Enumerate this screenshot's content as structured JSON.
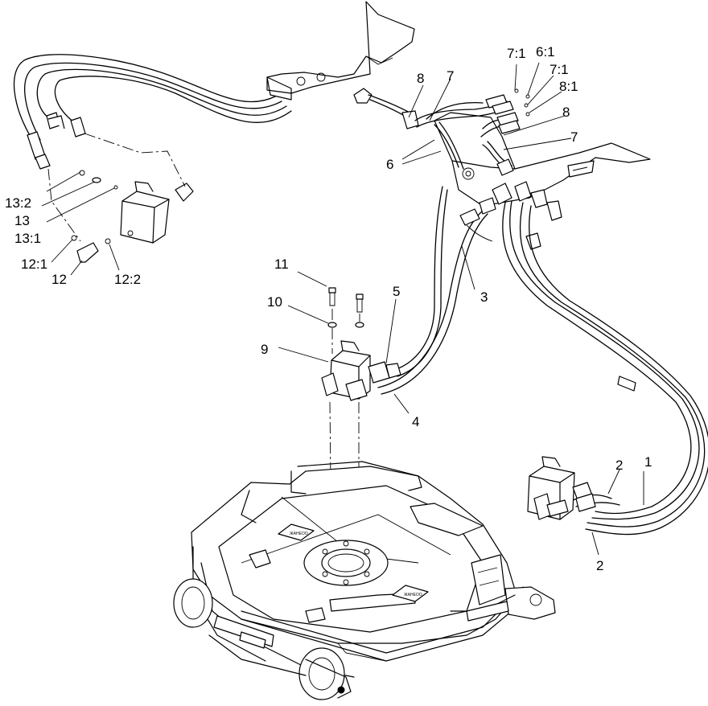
{
  "callouts": [
    {
      "id": "c-1",
      "text": "1"
    },
    {
      "id": "c-2a",
      "text": "2"
    },
    {
      "id": "c-2b",
      "text": "2"
    },
    {
      "id": "c-3",
      "text": "3"
    },
    {
      "id": "c-4",
      "text": "4"
    },
    {
      "id": "c-5",
      "text": "5"
    },
    {
      "id": "c-6",
      "text": "6"
    },
    {
      "id": "c-7a",
      "text": "7"
    },
    {
      "id": "c-7b",
      "text": "7"
    },
    {
      "id": "c-7-1a",
      "text": "7:1"
    },
    {
      "id": "c-7-1b",
      "text": "7:1"
    },
    {
      "id": "c-6-1",
      "text": "6:1"
    },
    {
      "id": "c-8a",
      "text": "8"
    },
    {
      "id": "c-8b",
      "text": "8"
    },
    {
      "id": "c-8-1",
      "text": "8:1"
    },
    {
      "id": "c-9",
      "text": "9"
    },
    {
      "id": "c-10",
      "text": "10"
    },
    {
      "id": "c-11",
      "text": "11"
    },
    {
      "id": "c-12",
      "text": "12"
    },
    {
      "id": "c-12-1",
      "text": "12:1"
    },
    {
      "id": "c-12-2",
      "text": "12:2"
    },
    {
      "id": "c-13",
      "text": "13"
    },
    {
      "id": "c-13-1",
      "text": "13:1"
    },
    {
      "id": "c-13-2",
      "text": "13:2"
    }
  ],
  "decals": {
    "deck_logo_1": "ЖАНЕОО",
    "deck_logo_2": "ЖАНЕОО"
  }
}
